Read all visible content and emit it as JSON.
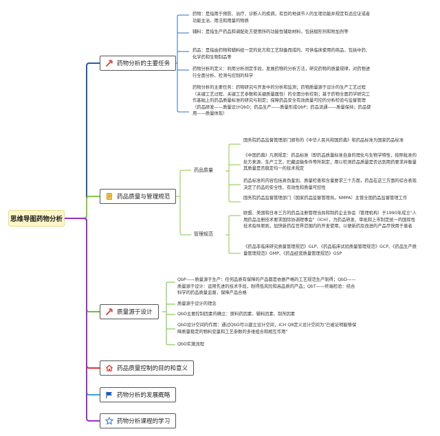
{
  "root": {
    "label": "思维导图药物分析"
  },
  "topics": [
    {
      "label": "药物分析的主要任务",
      "icon": "tools-icon",
      "color": "#1f5bb5"
    },
    {
      "label": "药品质量与管理规范",
      "icon": "document-icon",
      "color": "#8ac63f"
    },
    {
      "label": "质量源于设计",
      "icon": "tools-icon",
      "color": "#6cc02f"
    },
    {
      "label": "药品质量控制的目的和意义",
      "icon": "home-icon",
      "color": "#e03131"
    },
    {
      "label": "药物分析的发展概略",
      "icon": "flag-icon",
      "color": "#3aa0e0"
    },
    {
      "label": "药物分析课程的学习",
      "icon": "star-icon",
      "color": "#9b2fc0"
    }
  ],
  "task_notes": [
    "药物：是指用于预防、治疗、诊断人的疾病，有目的地调节人的生理功能并规定有适应证或者功能主治、用法和用量的物质",
    "辅料：是指生产药品和调配处方使用所的功能性辅助材料，包括赋形剂和附加剂等",
    "药品：是指由药物和辅料经一定的处方和工艺制备而成的、可供临床使用的商品，包括中药、化学药和生物制品等",
    "药物分析的定义：利用分析测定手段，发展药物的分析方法，研究药物的质量规律，对药物进行全面分析、检测与控制的科学",
    "药物分析的主要任务：药物研究与开发中的分析和监测；药物质量源于设计的生产工艺过程（关键工艺过程、关键工艺参数和关键质量属性）的全面分析控制；基于药物全面药学研究工作基础上的药品质量标准的研究与制定；保障药品安全有效质量可控的分析检验与监督管理（药品研发——质量设计QbD；药品生产——质量形成QbP；药品流通——质量保持；药品使用——质量体现）"
  ],
  "quality": {
    "sub1": "药品质量",
    "sub1_notes": [
      "国务院药品监督管理部门颁布的《中华人民共和国药典》和药品标准为国家药品标准",
      "《中国药典》凡例规定：药品标准（即药品质量标准自身的理化与生物学特性，按照批准的处方来源、生产工艺、贮藏运输条件等所制定，用以检测药品质量是否达到用药要求并衡量其质量是否稳定均一的技术规定",
      "药品标准的内容包括真伪鉴别、质量检查和含量要求三个方面，药品在这三方面的综合表现决定了药品的安全性、有效性和质量可控性",
      "国务院药品监督管理部门（国家药品监督管理局，NMPA）主管全国药品监督管理工作"
    ],
    "sub2": "管理规范",
    "sub2_notes": [
      "欧盟、美国和日本三方的药品注册管理当局和制药企业协会（管理机构）于1990年成立\"人用药品注册技术要求国际协调理事会\"（ICH），为药品研发、审批和上市制定统一的国际性技术指导原则，加快新药在世界范围内的开发使用，以便新药及改进的产品尽快用于患者",
      "《药品非临床研究质量管理规范》GLP、《药品临床试验质量管理规范》GCP、《药品生产质量管理规范》GMP、《药品经营质量管理规范》GSP"
    ]
  },
  "qbd_notes": [
    "QbP——质量源于生产：任何品质有保障的产品都是依据严格的工艺规范生产制得；QbD——质量源于设计：运用先进的技术手段，耐得低风险和高品质的产品；QbT——终端检验：结合科学的药品质量监督，保障产品合格",
    "质量源于设计的理念",
    "QbD主要控制因素的确立：原料药因素、辅料因素、制剂因素",
    "QbD设计空间的作用：通过QbD可以建立设计空间，ICH Q8定义设计空间为\"已被证明能够保障质量稳定的物料变量和工艺参数的多维组合和相互作用\"",
    "QbD实施流程"
  ]
}
